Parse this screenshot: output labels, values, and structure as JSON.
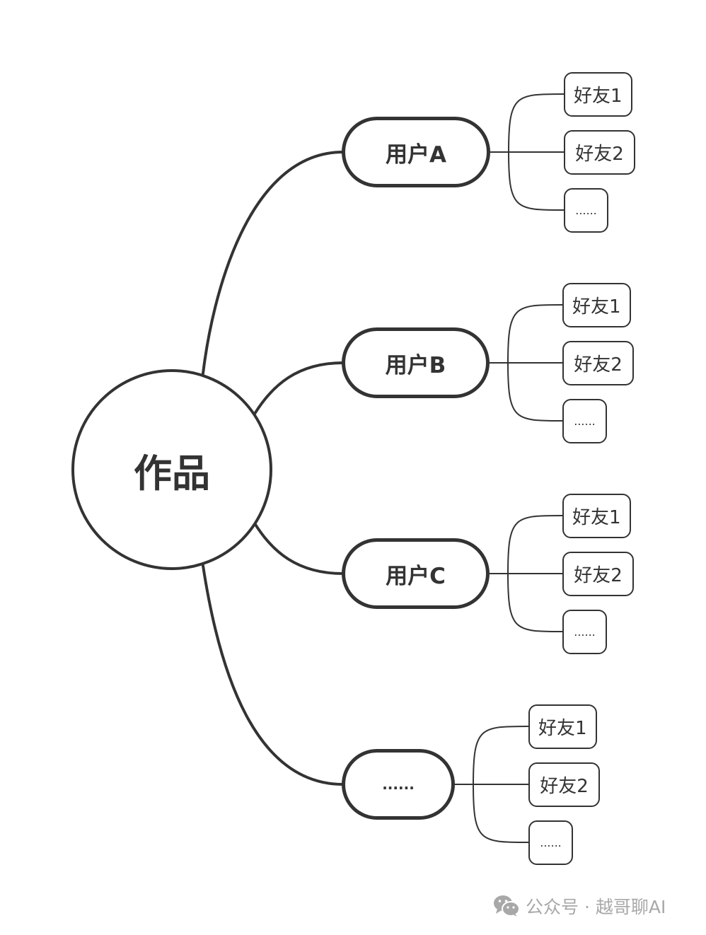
{
  "diagram": {
    "type": "mind-map",
    "root": {
      "label": "作品"
    },
    "branches": [
      {
        "label": "用户A",
        "children": [
          "好友1",
          "好友2",
          "......"
        ]
      },
      {
        "label": "用户B",
        "children": [
          "好友1",
          "好友2",
          "......"
        ]
      },
      {
        "label": "用户C",
        "children": [
          "好友1",
          "好友2",
          "......"
        ]
      },
      {
        "label": "......",
        "children": [
          "好友1",
          "好友2",
          "......"
        ]
      }
    ],
    "colors": {
      "line": "#333333",
      "watermark": "#a8a8a8",
      "background": "#ffffff"
    }
  },
  "watermark": {
    "icon": "wechat-icon",
    "text": "公众号 · 越哥聊AI"
  }
}
